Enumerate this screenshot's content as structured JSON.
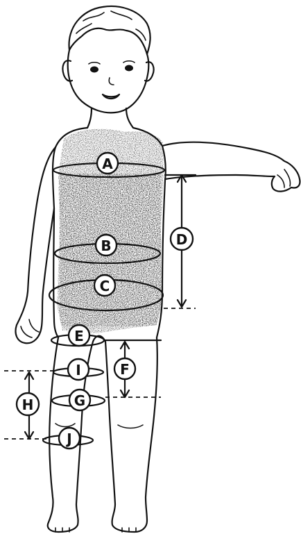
{
  "labels": {
    "a": "A",
    "b": "B",
    "c": "C",
    "d": "D",
    "e": "E",
    "f": "F",
    "g": "G",
    "h": "H",
    "i": "I",
    "j": "J"
  },
  "colors": {
    "ink": "#111111",
    "shading": "#1a1a1a",
    "background": "#ffffff"
  }
}
